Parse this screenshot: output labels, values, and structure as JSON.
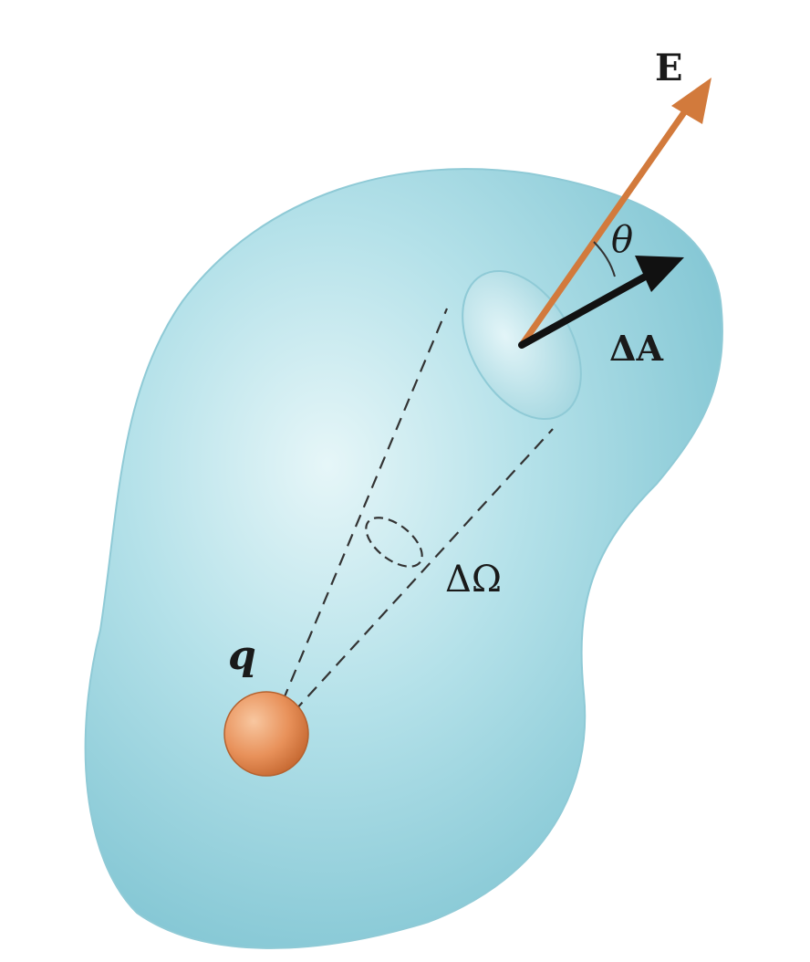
{
  "labels": {
    "field": "E",
    "angle": "θ",
    "area": "ΔA",
    "solid_angle": "ΔΩ",
    "charge": "q"
  },
  "colors": {
    "surface": "#a7dbe4",
    "surface_highlight": "#d7f0f4",
    "surface_shadow": "#7cc3d1",
    "field_arrow": "#d27a3c",
    "area_vector": "#111111",
    "charge": "#e8915a",
    "dashed_lines": "#333333"
  }
}
